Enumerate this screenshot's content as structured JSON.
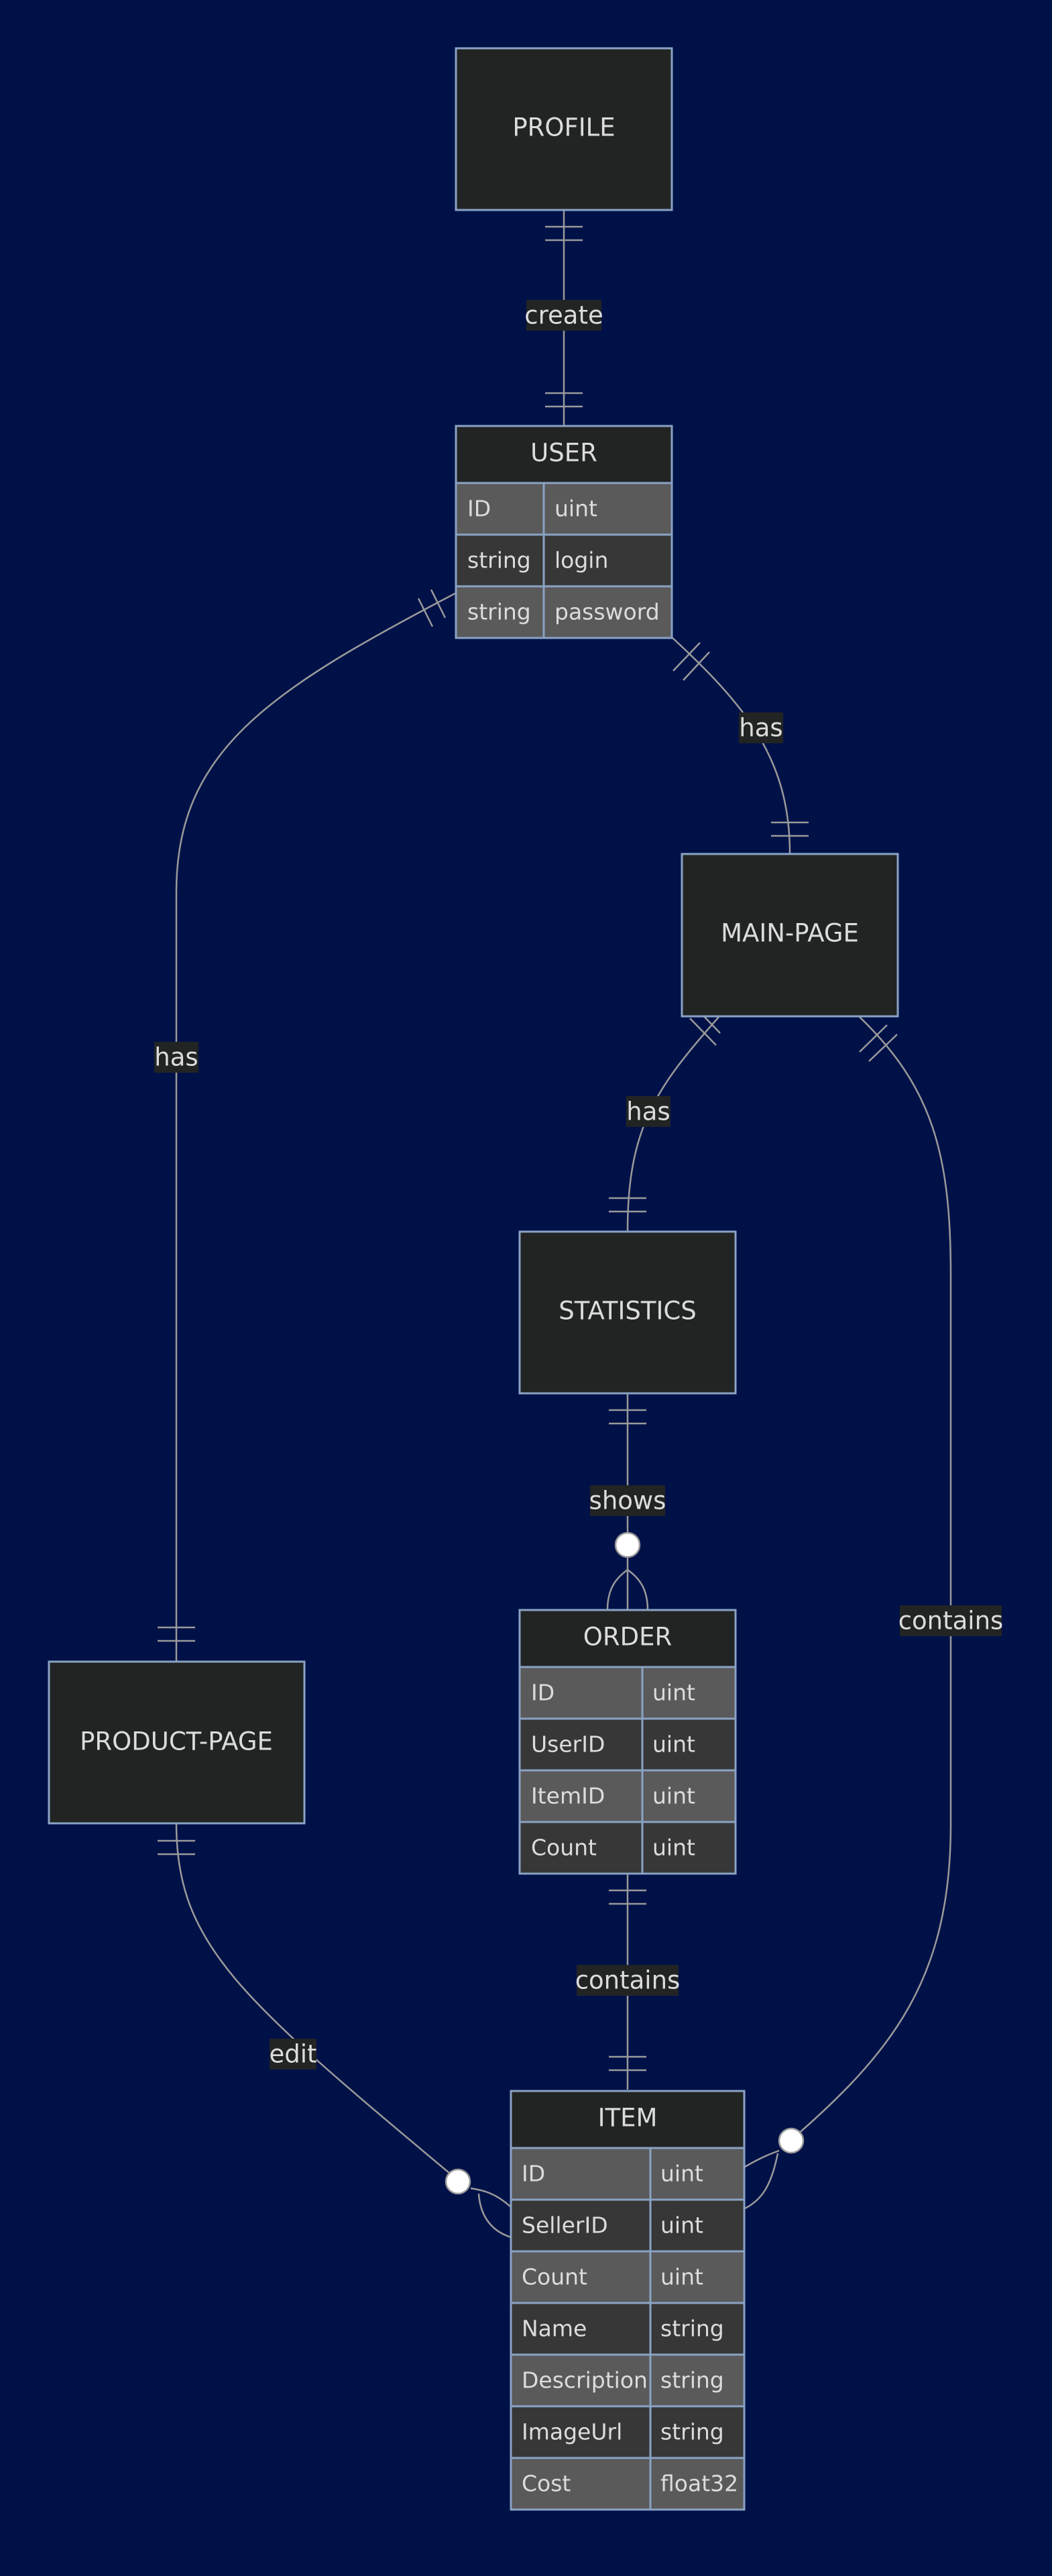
{
  "entities": {
    "profile": {
      "title": "PROFILE"
    },
    "user": {
      "title": "USER",
      "attributes": [
        {
          "type": "ID",
          "name": "uint"
        },
        {
          "type": "string",
          "name": "login"
        },
        {
          "type": "string",
          "name": "password"
        }
      ]
    },
    "main_page": {
      "title": "MAIN-PAGE"
    },
    "statistics": {
      "title": "STATISTICS"
    },
    "product_page": {
      "title": "PRODUCT-PAGE"
    },
    "order": {
      "title": "ORDER",
      "attributes": [
        {
          "type": "ID",
          "name": "uint"
        },
        {
          "type": "UserID",
          "name": "uint"
        },
        {
          "type": "ItemID",
          "name": "uint"
        },
        {
          "type": "Count",
          "name": "uint"
        }
      ]
    },
    "item": {
      "title": "ITEM",
      "attributes": [
        {
          "type": "ID",
          "name": "uint"
        },
        {
          "type": "SellerID",
          "name": "uint"
        },
        {
          "type": "Count",
          "name": "uint"
        },
        {
          "type": "Name",
          "name": "string"
        },
        {
          "type": "Description",
          "name": "string"
        },
        {
          "type": "ImageUrl",
          "name": "string"
        },
        {
          "type": "Cost",
          "name": "float32"
        }
      ]
    }
  },
  "relationships": {
    "profile_user": {
      "label": "create",
      "from": "PROFILE",
      "to": "USER",
      "from_card": "exactly-one",
      "to_card": "exactly-one"
    },
    "user_main_page": {
      "label": "has",
      "from": "USER",
      "to": "MAIN-PAGE",
      "from_card": "exactly-one",
      "to_card": "exactly-one"
    },
    "user_product_page": {
      "label": "has",
      "from": "USER",
      "to": "PRODUCT-PAGE",
      "from_card": "exactly-one",
      "to_card": "exactly-one"
    },
    "main_page_statistics": {
      "label": "has",
      "from": "MAIN-PAGE",
      "to": "STATISTICS",
      "from_card": "exactly-one",
      "to_card": "exactly-one"
    },
    "statistics_order": {
      "label": "shows",
      "from": "STATISTICS",
      "to": "ORDER",
      "from_card": "exactly-one",
      "to_card": "zero-or-many"
    },
    "order_item": {
      "label": "contains",
      "from": "ORDER",
      "to": "ITEM",
      "from_card": "exactly-one",
      "to_card": "exactly-one"
    },
    "main_page_item": {
      "label": "contains",
      "from": "MAIN-PAGE",
      "to": "ITEM",
      "from_card": "exactly-one",
      "to_card": "zero-or-many"
    },
    "product_page_item": {
      "label": "edit",
      "from": "PRODUCT-PAGE",
      "to": "ITEM",
      "from_card": "exactly-one",
      "to_card": "zero-or-many"
    }
  },
  "colors": {
    "background": "#001148",
    "entity_fill": "#222424",
    "entity_border": "#8aa3c4",
    "row_light": "#5a5a5a",
    "row_dark": "#373737",
    "line": "#9a9a9a",
    "text": "#dcdcdc"
  }
}
